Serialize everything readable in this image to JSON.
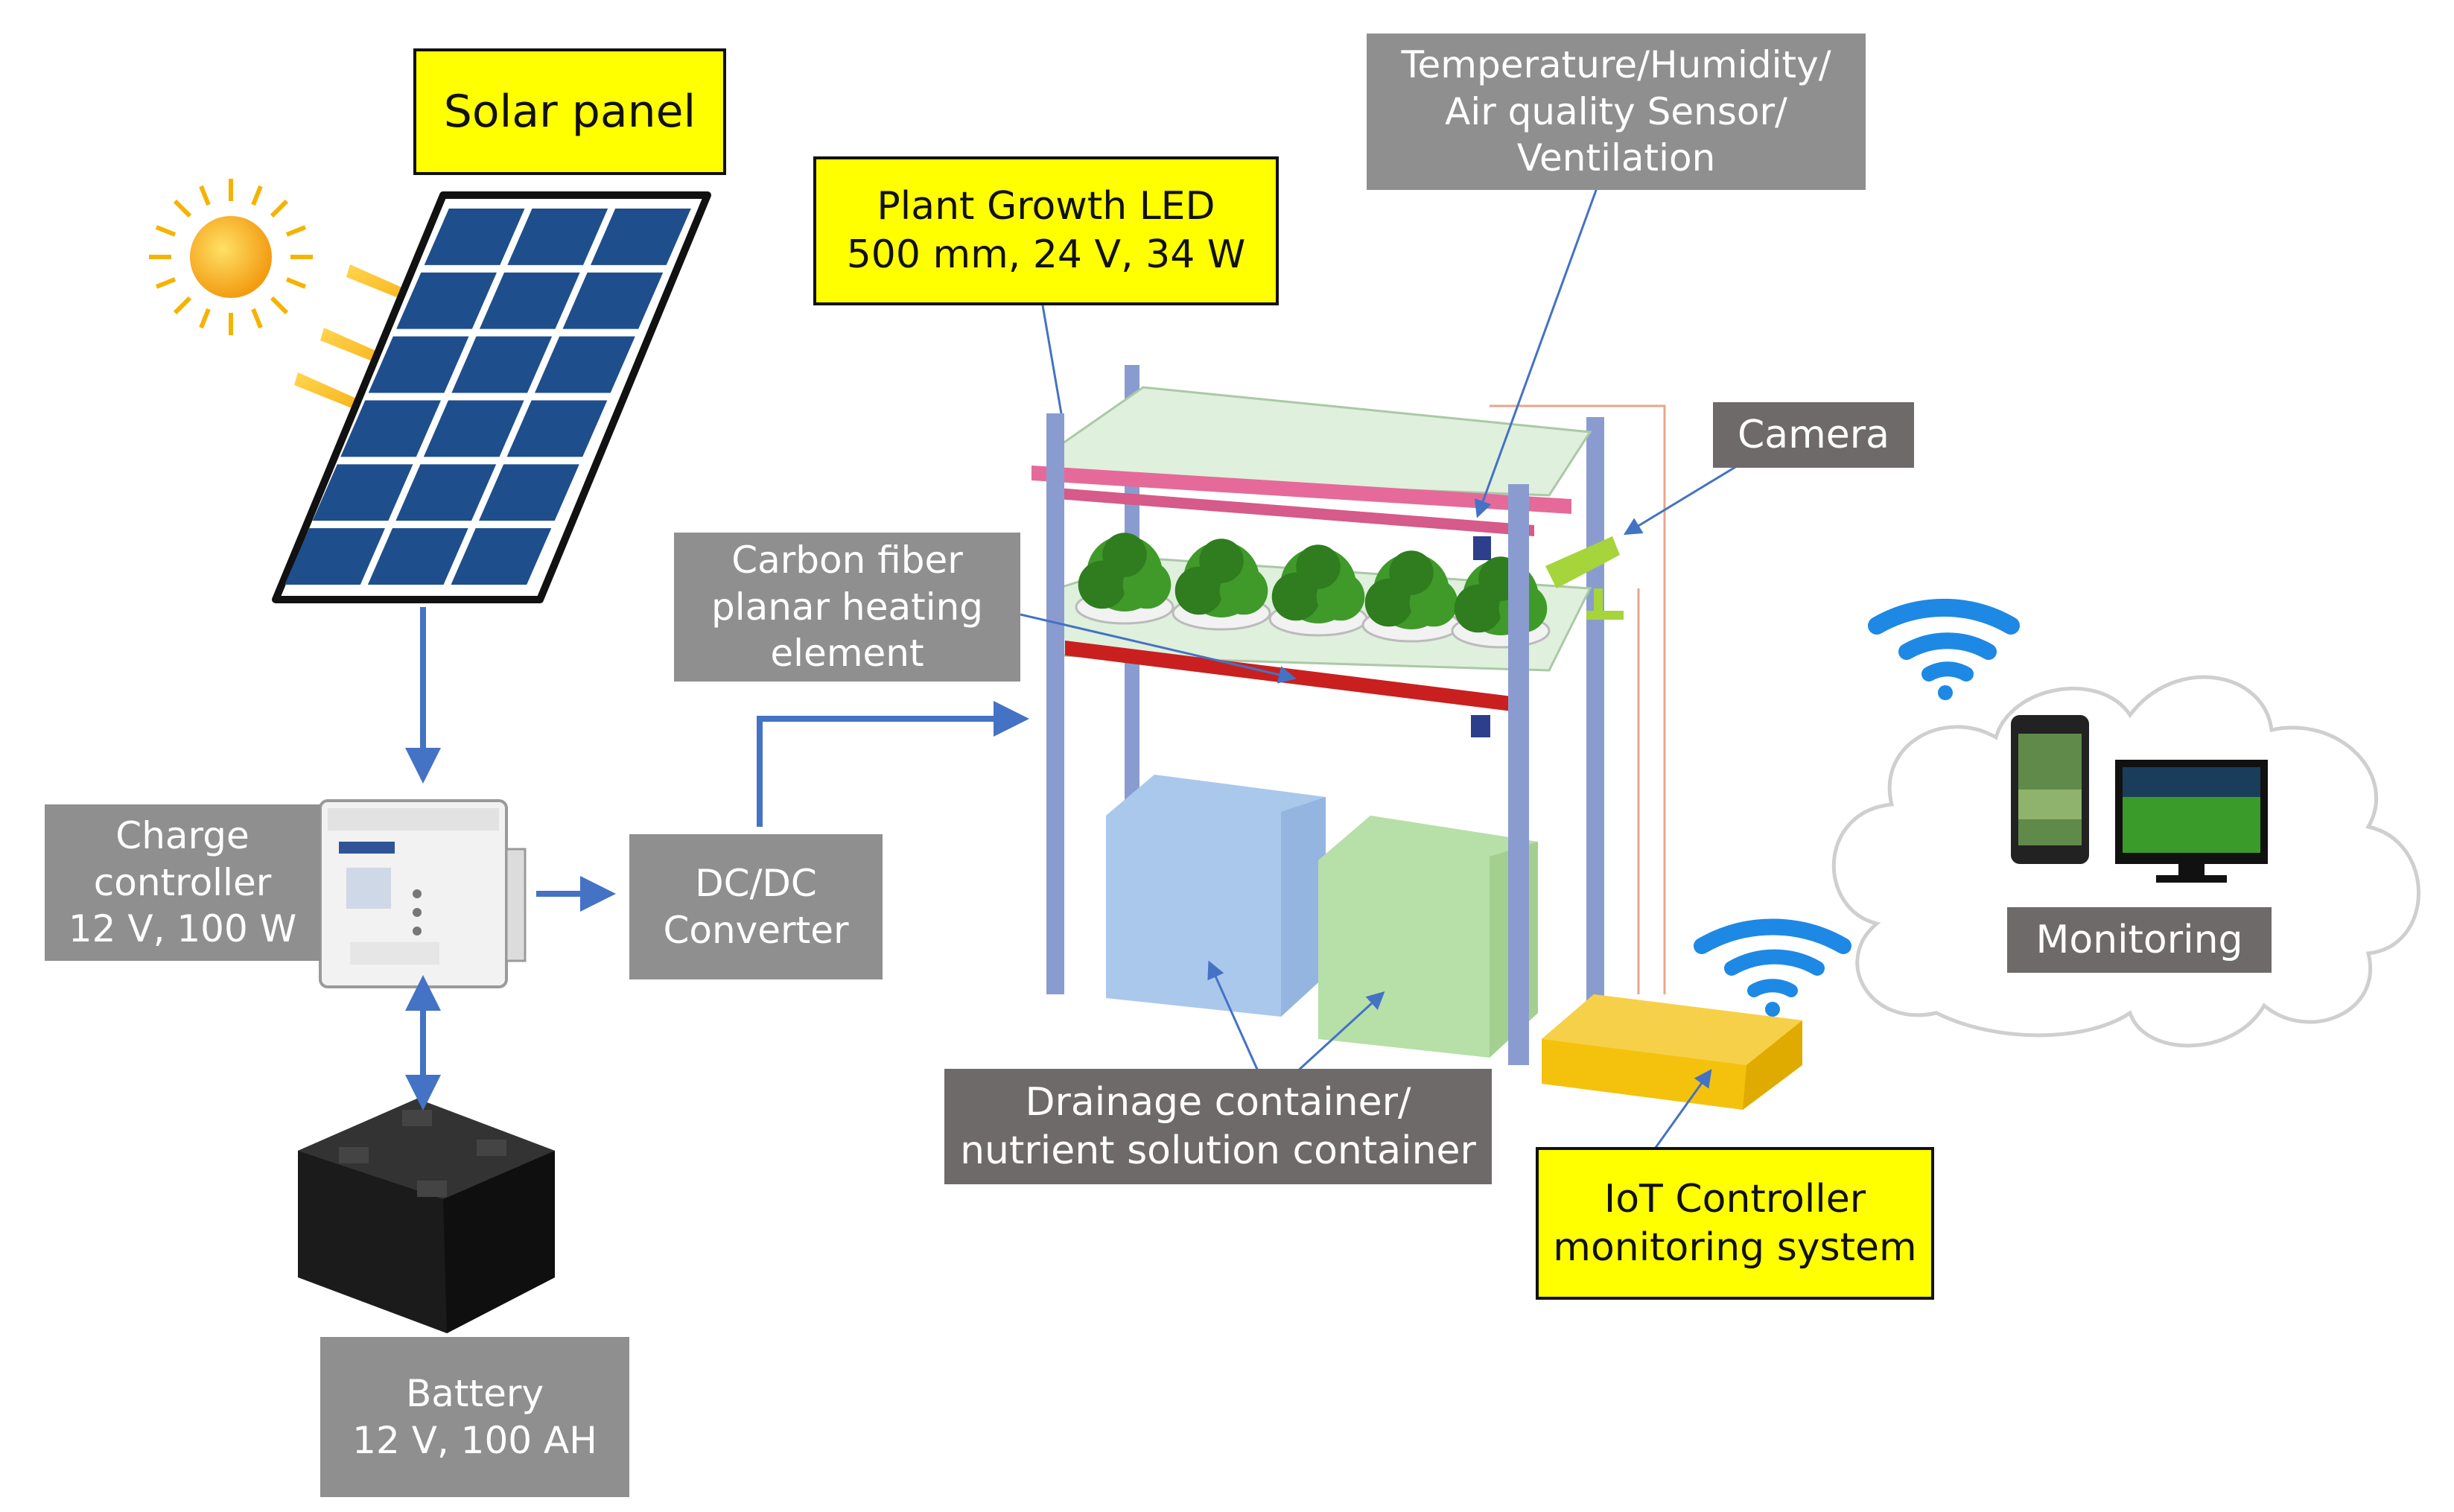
{
  "labels": {
    "solar_panel": "Solar panel",
    "charge_controller": [
      "Charge",
      "controller",
      "12 V, 100 W"
    ],
    "battery": [
      "Battery",
      "12 V, 100 AH"
    ],
    "dcdc": [
      "DC/DC",
      "Converter"
    ],
    "carbon_fiber": [
      "Carbon fiber",
      "planar heating",
      "element"
    ],
    "plant_led": [
      "Plant Growth LED",
      "500 mm, 24 V, 34 W"
    ],
    "sensor": [
      "Temperature/Humidity/",
      "Air quality Sensor/",
      "Ventilation"
    ],
    "camera": "Camera",
    "drainage": [
      "Drainage container/",
      "nutrient solution container"
    ],
    "iot": [
      "IoT Controller",
      "monitoring system"
    ],
    "monitoring": "Monitoring"
  },
  "colors": {
    "label_yellow": "#ffff00",
    "label_grey": "#8f8f8f",
    "label_dark": "#6e6a6a",
    "arrow_blue": "#4472c4",
    "sun": "#f5b301",
    "panel_cell": "#1f4e8c",
    "post": "#8fa3d6",
    "led_bar": "#e56a9a",
    "heater": "#c9201f",
    "wifi": "#1e88e5",
    "iot_box": "#f4c20d"
  },
  "icons": [
    "sun-icon",
    "solar-panel-icon",
    "charge-controller-icon",
    "battery-icon",
    "plant-rack-icon",
    "camera-icon",
    "wifi-icon",
    "smartphone-icon",
    "monitor-icon",
    "cloud-icon",
    "iot-box-icon"
  ]
}
